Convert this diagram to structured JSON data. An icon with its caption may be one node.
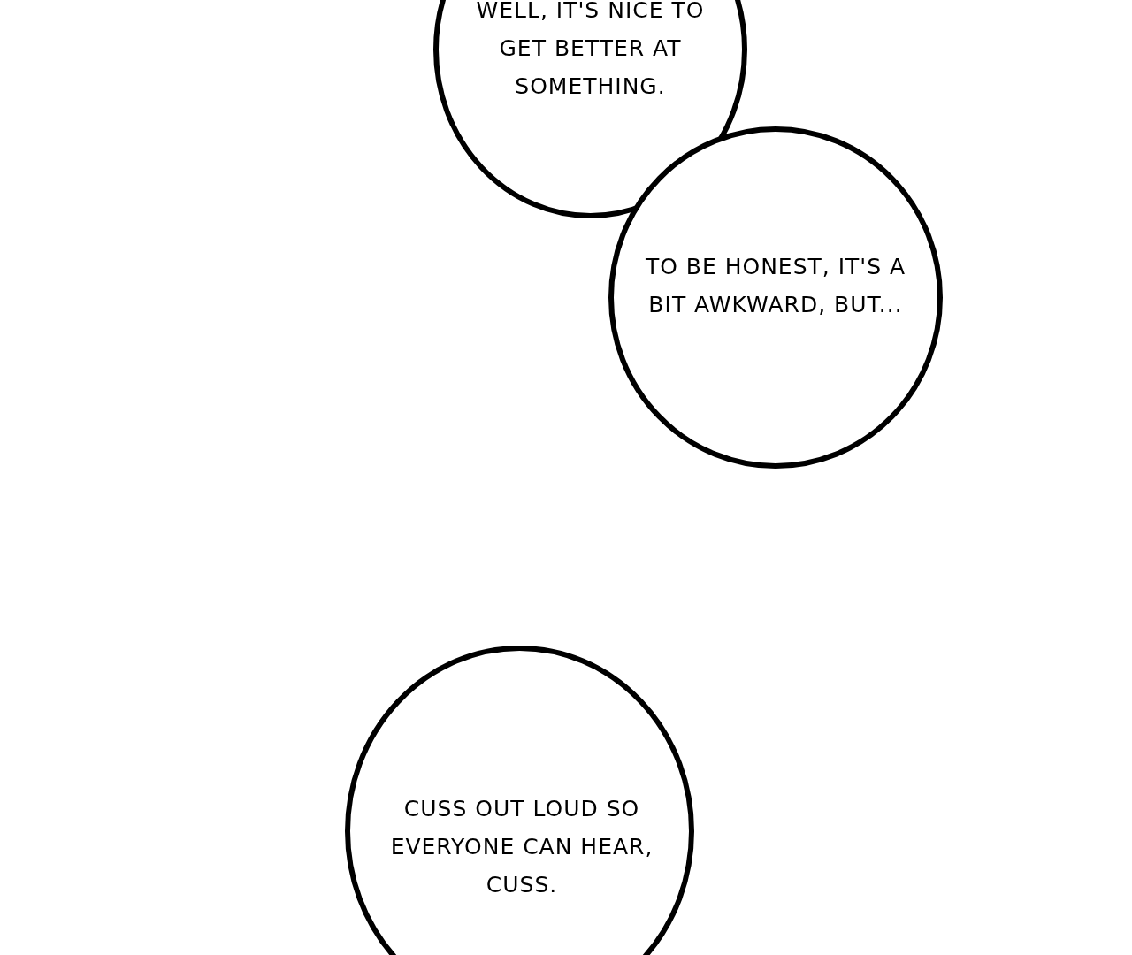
{
  "diagram": {
    "nodes": [
      {
        "text": [
          "WELL, IT'S NICE TO GET BETTER AT SOMETHING."
        ]
      },
      {
        "text": [
          "TO BE HONEST, IT'S A BIT AWKWARD, BUT..."
        ]
      },
      {
        "text": [
          "CUSS OUT LOUD SO EVERYONE CAN HEAR, CUSS."
        ]
      }
    ]
  }
}
